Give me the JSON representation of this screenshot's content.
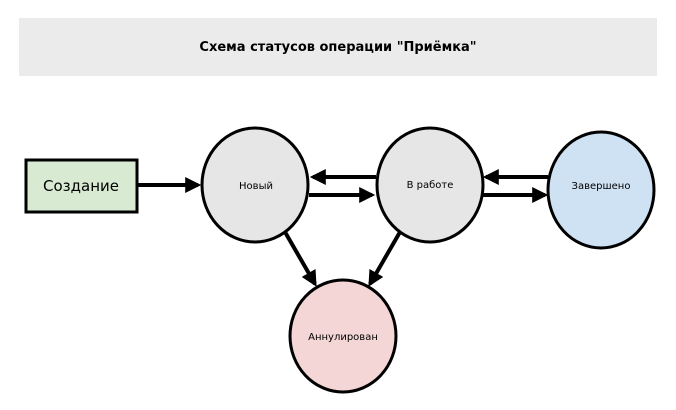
{
  "title": "Схема статусов операции \"Приёмка\"",
  "nodes": {
    "create": {
      "label": "Создание",
      "color": "#d9ead3"
    },
    "new": {
      "label": "Новый",
      "color": "#e6e6e6"
    },
    "inwork": {
      "label": "В работе",
      "color": "#e6e6e6"
    },
    "done": {
      "label": "Завершено",
      "color": "#cfe2f3"
    },
    "cancelled": {
      "label": "Аннулирован",
      "color": "#f4d6d6"
    }
  }
}
